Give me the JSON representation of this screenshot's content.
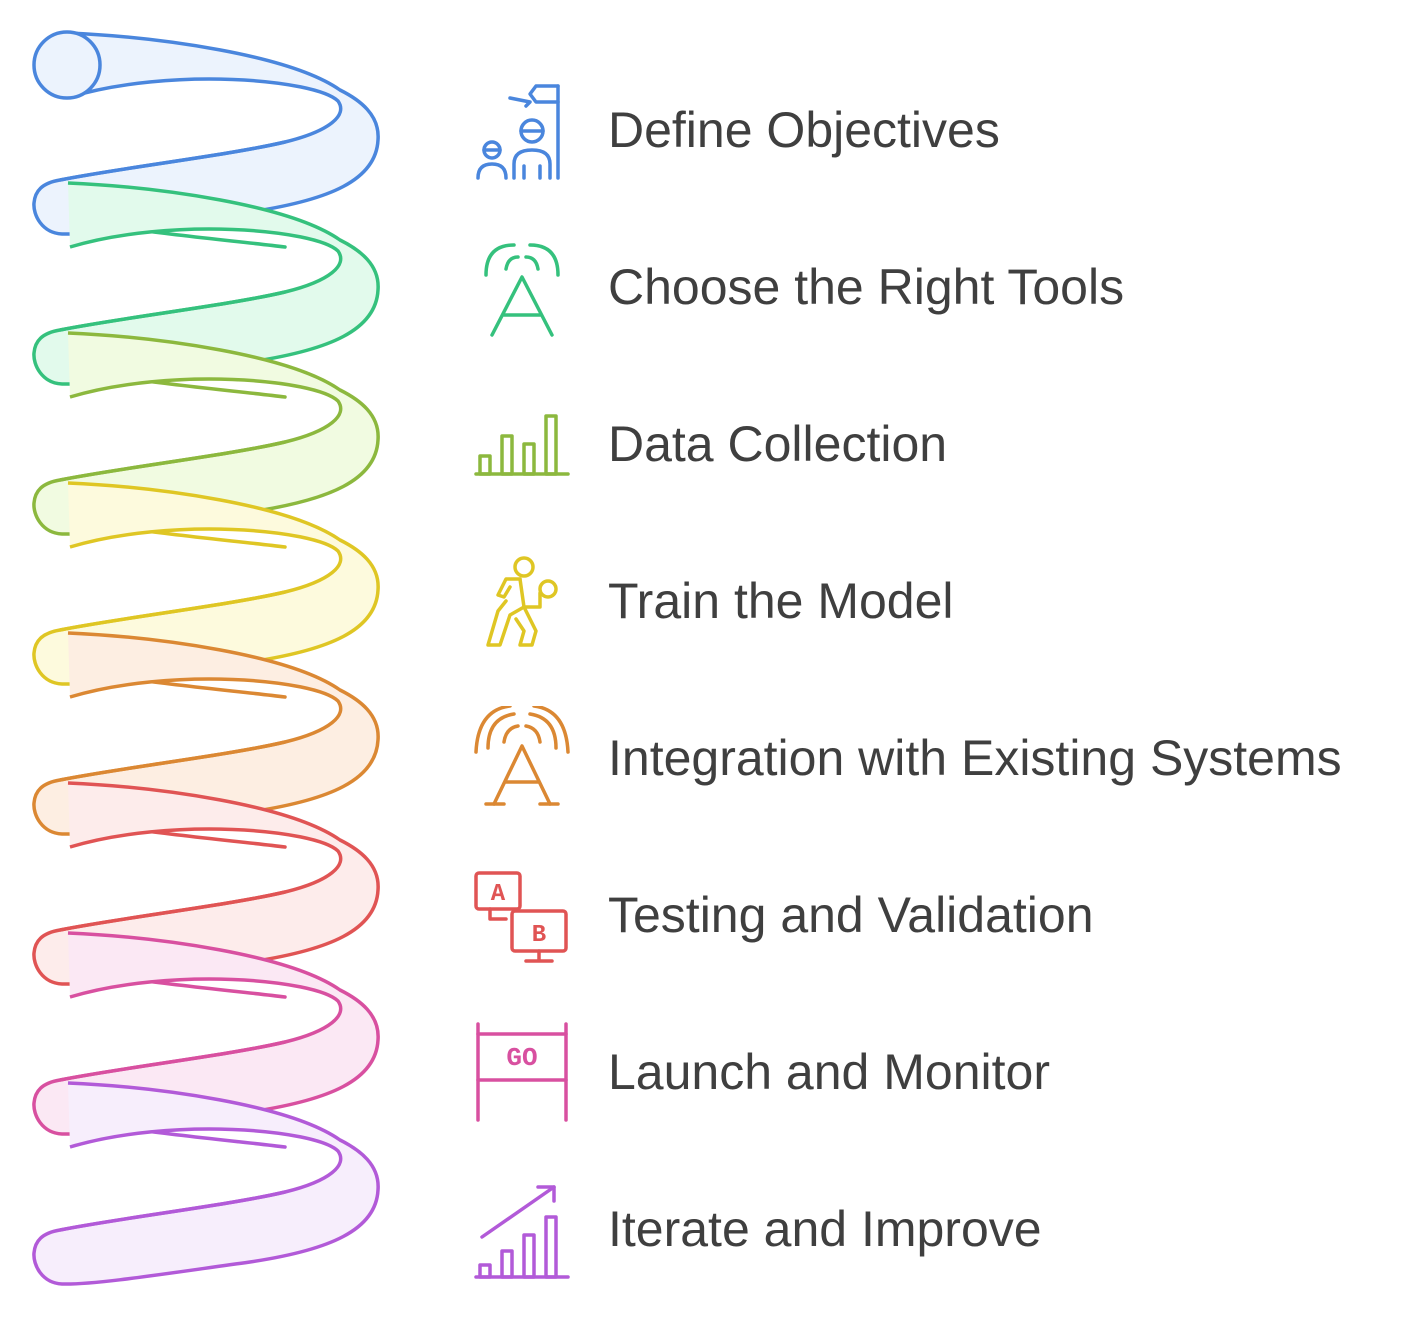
{
  "steps": [
    {
      "label": "Define Objectives",
      "icon": "flag-person-icon",
      "color": "#4a86dd",
      "fill": "#ecf3fd"
    },
    {
      "label": "Choose the Right Tools",
      "icon": "wireless-a-icon",
      "color": "#35c17d",
      "fill": "#e2faec"
    },
    {
      "label": "Data Collection",
      "icon": "bar-chart-icon",
      "color": "#8cb83e",
      "fill": "#f1fbe1"
    },
    {
      "label": "Train the Model",
      "icon": "exercise-person-icon",
      "color": "#dfc624",
      "fill": "#fdfadd"
    },
    {
      "label": "Integration with Existing Systems",
      "icon": "broadcast-a-icon",
      "color": "#db8833",
      "fill": "#fdeee2"
    },
    {
      "label": "Testing and Validation",
      "icon": "ab-test-monitor-icon",
      "color": "#e05454",
      "fill": "#fdeceb"
    },
    {
      "label": "Launch and Monitor",
      "icon": "go-sign-icon",
      "color": "#d850a0",
      "fill": "#fbe8f4"
    },
    {
      "label": "Iterate and Improve",
      "icon": "growth-chart-icon",
      "color": "#b25ad8",
      "fill": "#f7eefc"
    }
  ],
  "icon_text": {
    "ab_a": "A",
    "ab_b": "B",
    "go": "GO"
  }
}
